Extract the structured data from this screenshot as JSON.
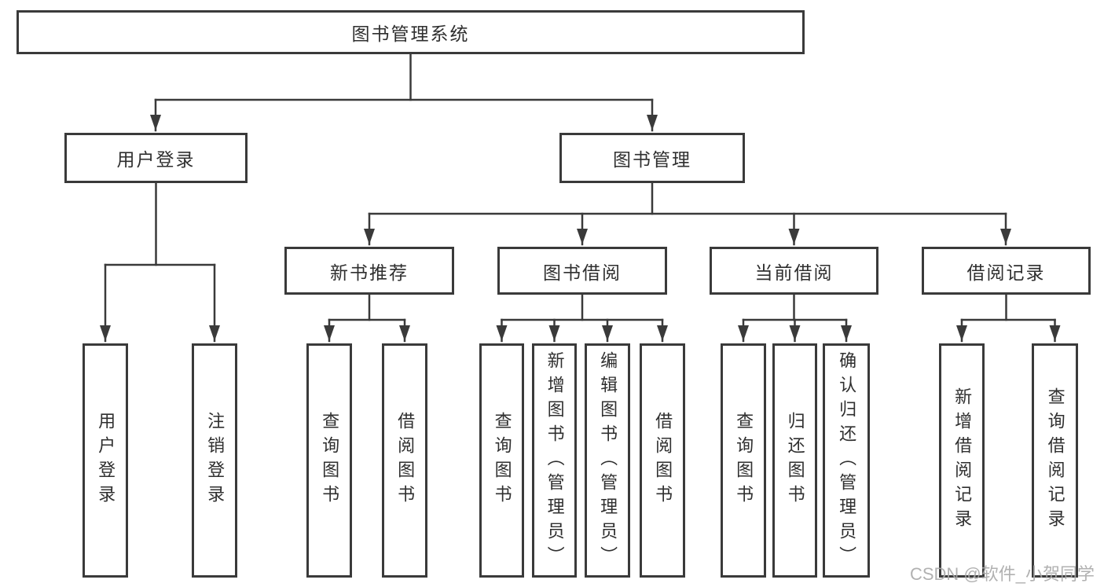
{
  "watermark": "CSDN @软件_小贺同学",
  "colors": {
    "line": "#3a3a3a",
    "text": "#2f2f2f",
    "background": "#ffffff",
    "watermark": "#a9a9a9"
  },
  "tree": {
    "label": "图书管理系统",
    "children": [
      {
        "label": "用户登录",
        "children": [
          {
            "label": "用户登录"
          },
          {
            "label": "注销登录"
          }
        ]
      },
      {
        "label": "图书管理",
        "children": [
          {
            "label": "新书推荐",
            "children": [
              {
                "label": "查询图书"
              },
              {
                "label": "借阅图书"
              }
            ]
          },
          {
            "label": "图书借阅",
            "children": [
              {
                "label": "查询图书"
              },
              {
                "label": "新增图书（管理员）"
              },
              {
                "label": "编辑图书（管理员）"
              },
              {
                "label": "借阅图书"
              }
            ]
          },
          {
            "label": "当前借阅",
            "children": [
              {
                "label": "查询图书"
              },
              {
                "label": "归还图书"
              },
              {
                "label": "确认归还（管理员）"
              }
            ]
          },
          {
            "label": "借阅记录",
            "children": [
              {
                "label": "新增借阅记录"
              },
              {
                "label": "查询借阅记录"
              }
            ]
          }
        ]
      }
    ]
  }
}
